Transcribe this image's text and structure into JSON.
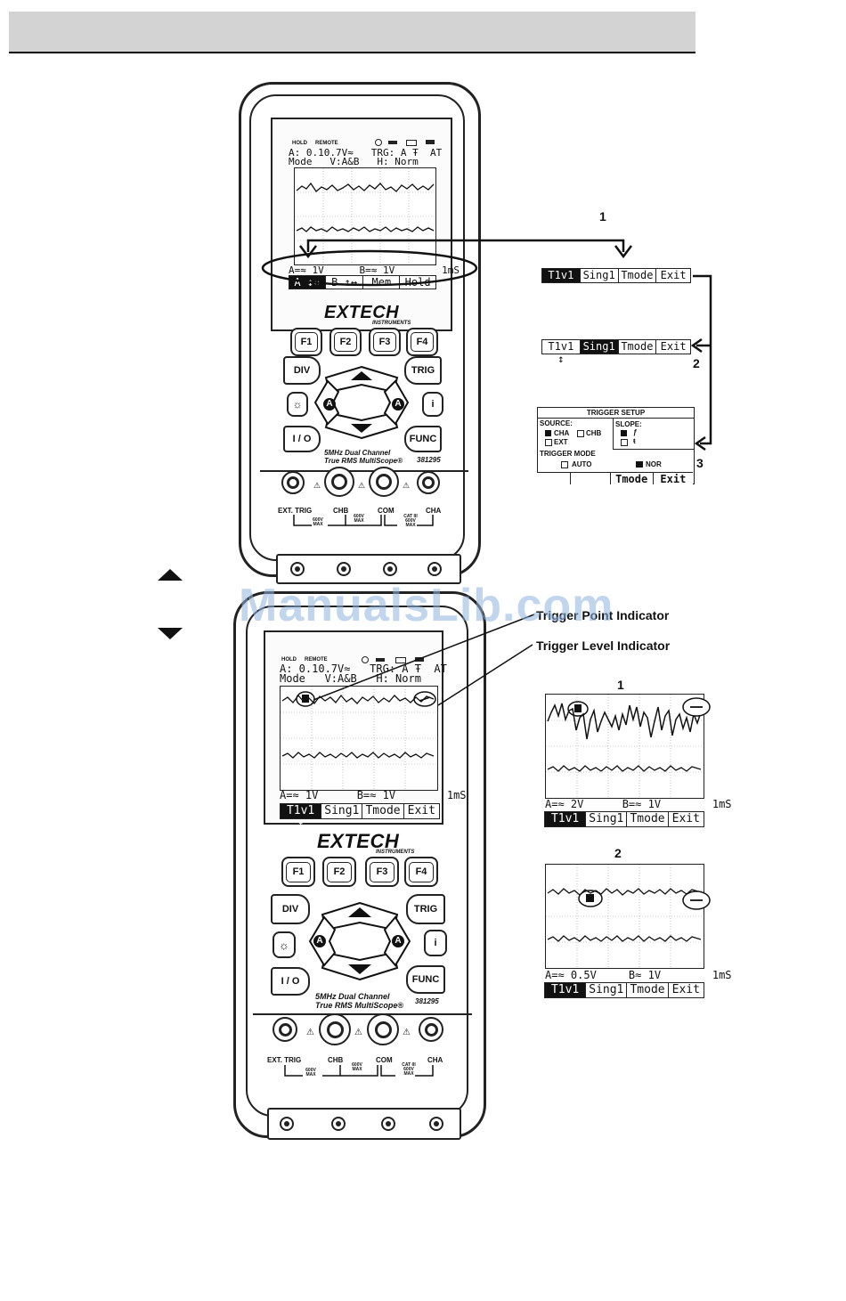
{
  "header": {
    "title": ""
  },
  "watermark": "ManualsLib.com",
  "meter_top": {
    "lcd": {
      "status_hold": "HOLD",
      "status_remote": "REMOTE",
      "line1": "A: 0.10.7V≈   TRG: A Ŧ  AT",
      "line2": "Mode   V:A&B   H: Norm",
      "bottom_line": "A=≈ 1V      B=≈ 1V        1mS",
      "menu": [
        "A ↕↔",
        "B ↕↔",
        "Mem",
        "Hold"
      ]
    },
    "brand": "EXTECH",
    "brand_sub": "INSTRUMENTS",
    "keys": {
      "f1": "F1",
      "f2": "F2",
      "f3": "F3",
      "f4": "F4",
      "div": "DIV",
      "trig": "TRIG",
      "io": "I / O",
      "func": "FUNC",
      "info": "i",
      "a_left": "A",
      "a_right": "A"
    },
    "model_line1": "5MHz Dual Channel",
    "model_line2": "True RMS MultiScope®",
    "model_number": "381295",
    "jacks": {
      "ext_trig": "EXT. TRIG",
      "chb": "CHB",
      "com": "COM",
      "cha": "CHA"
    },
    "ratings": {
      "r1": "600V MAX",
      "r2": "600V MAX",
      "r3": "CAT III 600V MAX"
    }
  },
  "menus_right": {
    "step1_label": "1",
    "menu1": [
      "T1v1 ↕",
      "Sing1",
      "Tmode",
      "Exit"
    ],
    "step2_label": "2",
    "menu2": [
      "T1v1 ↕",
      "Sing1",
      "Tmode",
      "Exit"
    ],
    "step3_label": "3",
    "trigger_setup": {
      "title": "TRIGGER SETUP",
      "source_label": "SOURCE:",
      "cha": "CHA",
      "chb": "CHB",
      "ext": "EXT",
      "slope_label": "SLOPE:",
      "slope_rise": "ƒ",
      "slope_fall": "ŧ",
      "mode_label": "TRIGGER MODE",
      "auto": "AUTO",
      "nor": "NOR",
      "menu": [
        "",
        "",
        "Tmode",
        "Exit"
      ]
    }
  },
  "meter_bottom": {
    "lcd": {
      "status_hold": "HOLD",
      "status_remote": "REMOTE",
      "line1": "A: 0.10.7V≈   TRG: A Ŧ  AT",
      "line2": "Mode   V:A&B   H: Norm",
      "bottom_line": "A=≈ 1V      B=≈ 1V        1mS",
      "menu": [
        "T1v1 ↕",
        "Sing1",
        "Tmode",
        "Exit"
      ]
    },
    "brand": "EXTECH",
    "brand_sub": "INSTRUMENTS",
    "keys": {
      "f1": "F1",
      "f2": "F2",
      "f3": "F3",
      "f4": "F4",
      "div": "DIV",
      "trig": "TRIG",
      "io": "I / O",
      "func": "FUNC",
      "info": "i",
      "a_left": "A",
      "a_right": "A"
    },
    "model_line1": "5MHz Dual Channel",
    "model_line2": "True RMS MultiScope®",
    "model_number": "381295",
    "jacks": {
      "ext_trig": "EXT. TRIG",
      "chb": "CHB",
      "com": "COM",
      "cha": "CHA"
    },
    "ratings": {
      "r1": "600V MAX",
      "r2": "600V MAX",
      "r3": "CAT III 600V MAX"
    }
  },
  "callouts": {
    "trigger_point": "Trigger Point Indicator",
    "trigger_level": "Trigger Level Indicator"
  },
  "waveform1": {
    "label": "1",
    "bottom_line": "A=≈ 2V      B=≈ 1V        1mS",
    "menu": [
      "T1v1 ↕",
      "Sing1",
      "Tmode",
      "Exit"
    ]
  },
  "waveform2": {
    "label": "2",
    "bottom_line": "A=≈ 0.5V     B≈ 1V        1mS",
    "menu": [
      "T1v1 ↕",
      "Sing1",
      "Tmode",
      "Exit"
    ]
  }
}
